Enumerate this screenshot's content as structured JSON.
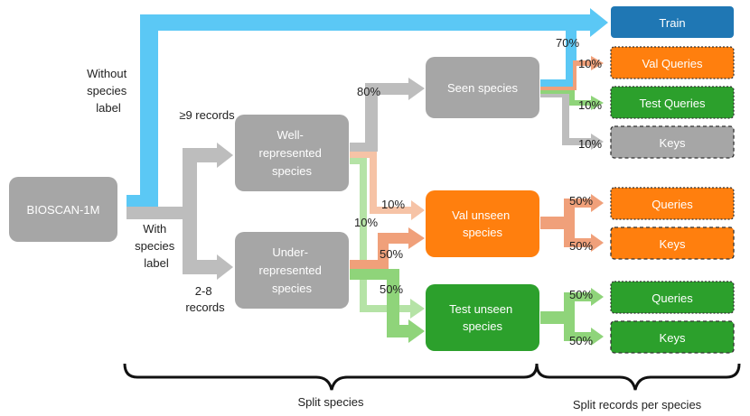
{
  "colors": {
    "blue_flow": "#5bc8f5",
    "gray_flow": "#bdbdbd",
    "gray_box": "#a6a6a6",
    "orange_box": "#ff7f0e",
    "orange_flow": "#f0a07a",
    "orange_light": "#f6c3a6",
    "green_box": "#2ca02c",
    "green_flow": "#8fd47a",
    "green_light": "#b5e3a6",
    "train_blue": "#1f77b4",
    "text_dark": "#222222",
    "text_white": "#ffffff"
  },
  "nodes": {
    "bioscan": "BIOSCAN-1M",
    "well_represented": [
      "Well-",
      "represented",
      "species"
    ],
    "under_represented": [
      "Under-",
      "represented",
      "species"
    ],
    "seen_species": "Seen species",
    "val_unseen": [
      "Val unseen",
      "species"
    ],
    "test_unseen": [
      "Test unseen",
      "species"
    ]
  },
  "outputs": {
    "train": "Train",
    "val_queries": "Val Queries",
    "test_queries": "Test Queries",
    "keys_gray": "Keys",
    "val_queries_short": "Queries",
    "val_keys": "Keys",
    "test_queries_short": "Queries",
    "test_keys": "Keys"
  },
  "labels": {
    "without_species_label": [
      "Without",
      "species",
      "label"
    ],
    "with_species_label": [
      "With",
      "species",
      "label"
    ],
    "ge9_records": "≥9 records",
    "records_2_8": [
      "2-8",
      "records"
    ],
    "pct_80": "80%",
    "pct_10_left": "10%",
    "pct_10_mid": "10%",
    "pct_50_val": "50%",
    "pct_50_test": "50%",
    "pct_70": "70%",
    "pct_10_valq": "10%",
    "pct_10_testq": "10%",
    "pct_10_keys": "10%",
    "pct_50_q_val": "50%",
    "pct_50_k_val": "50%",
    "pct_50_q_test": "50%",
    "pct_50_k_test": "50%"
  },
  "braces": {
    "split_species": "Split species",
    "split_records": "Split records per species"
  }
}
